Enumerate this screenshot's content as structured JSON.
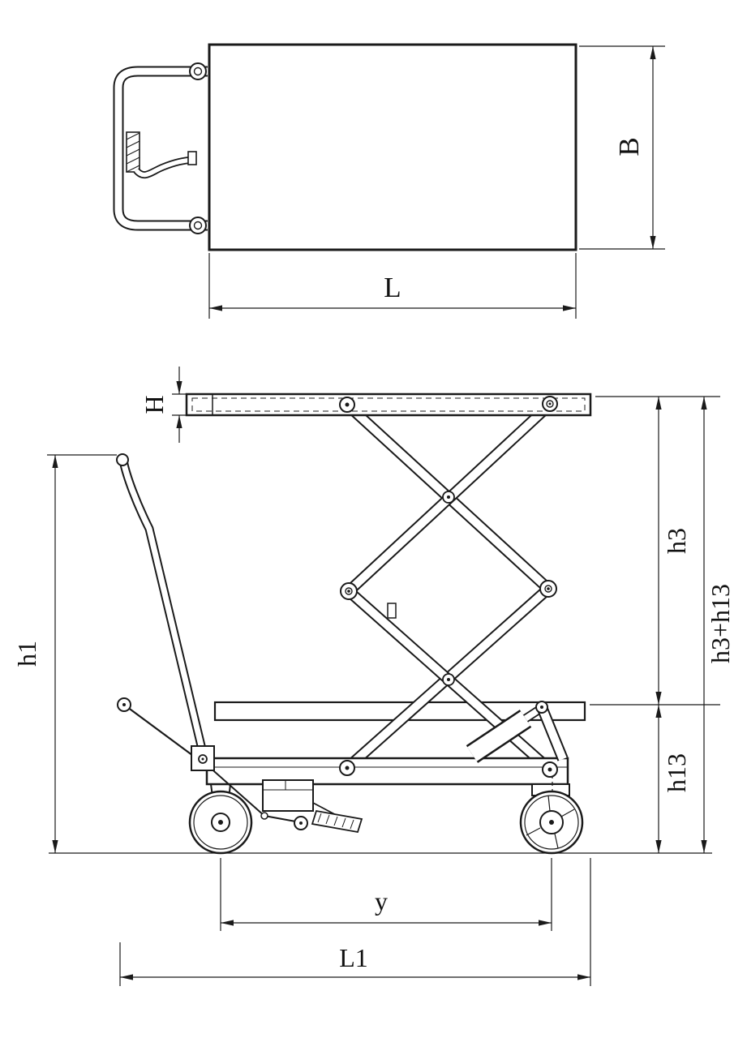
{
  "diagram": {
    "type": "technical-drawing",
    "background": "#ffffff",
    "line_color": "#1a1a1a",
    "dimensions": {
      "B": "B",
      "L": "L",
      "H": "H",
      "h1": "h1",
      "h3": "h3",
      "h3_plus_h13": "h3+h13",
      "h13": "h13",
      "y": "y",
      "L1": "L1"
    }
  }
}
